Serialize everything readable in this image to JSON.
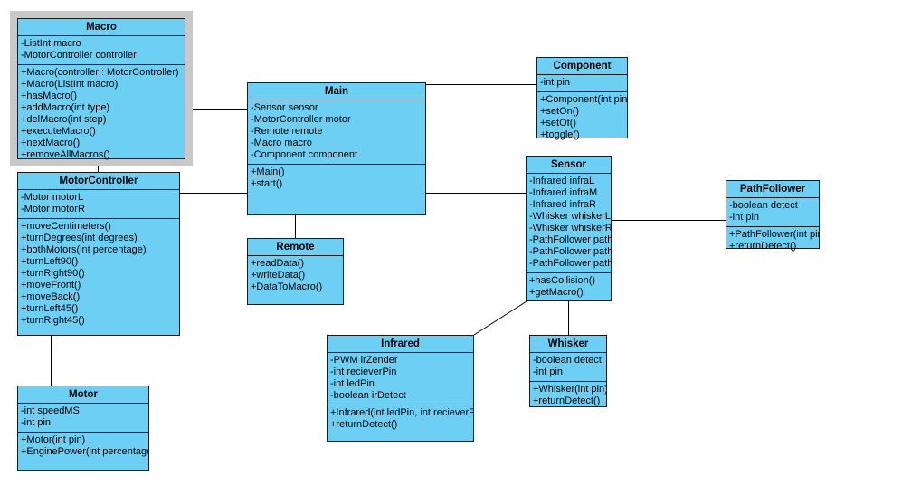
{
  "diagram": {
    "type": "uml-class-diagram",
    "background": "#ffffff",
    "class_fill": "#6ecff5",
    "class_border": "#1b1b1b",
    "selection_color": "#c8c8c8",
    "classes": [
      {
        "id": "macro",
        "name": "Macro",
        "selected": true,
        "attributes": [
          "-ListInt macro",
          "-MotorController controller"
        ],
        "operations": [
          "+Macro(controller : MotorController)",
          "+Macro(ListInt macro)",
          "+hasMacro()",
          "+addMacro(int type)",
          "+delMacro(int step)",
          "+executeMacro()",
          "+nextMacro()",
          "+removeAllMacros()"
        ]
      },
      {
        "id": "motorcontroller",
        "name": "MotorController",
        "selected": false,
        "attributes": [
          "-Motor motorL",
          "-Motor motorR"
        ],
        "operations": [
          "+moveCentimeters()",
          "+turnDegrees(int degrees)",
          "+bothMotors(int percentage)",
          "+turnLeft90()",
          "+turnRight90()",
          "+moveFront()",
          "+moveBack()",
          "+turnLeft45()",
          "+turnRight45()"
        ]
      },
      {
        "id": "motor",
        "name": "Motor",
        "selected": false,
        "attributes": [
          "-int speedMS",
          "-int pin"
        ],
        "operations": [
          "+Motor(int pin)",
          "+EnginePower(int percentage)"
        ]
      },
      {
        "id": "main",
        "name": "Main",
        "selected": false,
        "attributes": [
          "-Sensor sensor",
          "-MotorController motor",
          "-Remote remote",
          "-Macro macro",
          "-Component component"
        ],
        "operations": [
          "+Main()",
          "+start()"
        ],
        "static_operations": [
          "+Main()"
        ]
      },
      {
        "id": "remote",
        "name": "Remote",
        "selected": false,
        "attributes": [],
        "operations": [
          "+readData()",
          "+writeData()",
          "+DataToMacro()"
        ]
      },
      {
        "id": "component",
        "name": "Component",
        "selected": false,
        "attributes": [
          "-int pin"
        ],
        "operations": [
          "+Component(int pin)",
          "+setOn()",
          "+setOf()",
          "+toggle()"
        ]
      },
      {
        "id": "sensor",
        "name": "Sensor",
        "selected": false,
        "attributes": [
          "-Infrared infraL",
          "-Infrared infraM",
          "-Infrared infraR",
          "-Whisker whiskerL",
          "-Whisker whiskerR",
          "-PathFollower pathL",
          "-PathFollower pathM",
          "-PathFollower pathR"
        ],
        "operations": [
          "+hasCollision()",
          "+getMacro()"
        ]
      },
      {
        "id": "pathfollower",
        "name": "PathFollower",
        "selected": false,
        "attributes": [
          "-boolean detect",
          "-int pin"
        ],
        "operations": [
          "+PathFollower(int pin)",
          "+returnDetect()"
        ]
      },
      {
        "id": "infrared",
        "name": "Infrared",
        "selected": false,
        "attributes": [
          "-PWM irZender",
          "-int recieverPin",
          "-int ledPin",
          "-boolean irDetect"
        ],
        "operations": [
          "+Infrared(int ledPin, int recieverPin)",
          "+returnDetect()"
        ]
      },
      {
        "id": "whisker",
        "name": "Whisker",
        "selected": false,
        "attributes": [
          "-boolean detect",
          "-int pin"
        ],
        "operations": [
          "+Whisker(int pin)",
          "+returnDetect()"
        ]
      }
    ],
    "associations": [
      {
        "from": "macro",
        "to": "main"
      },
      {
        "from": "macro",
        "to": "motorcontroller"
      },
      {
        "from": "motorcontroller",
        "to": "main"
      },
      {
        "from": "motorcontroller",
        "to": "motor"
      },
      {
        "from": "main",
        "to": "component"
      },
      {
        "from": "main",
        "to": "sensor"
      },
      {
        "from": "main",
        "to": "remote"
      },
      {
        "from": "sensor",
        "to": "pathfollower"
      },
      {
        "from": "sensor",
        "to": "infrared"
      },
      {
        "from": "sensor",
        "to": "whisker"
      }
    ]
  }
}
